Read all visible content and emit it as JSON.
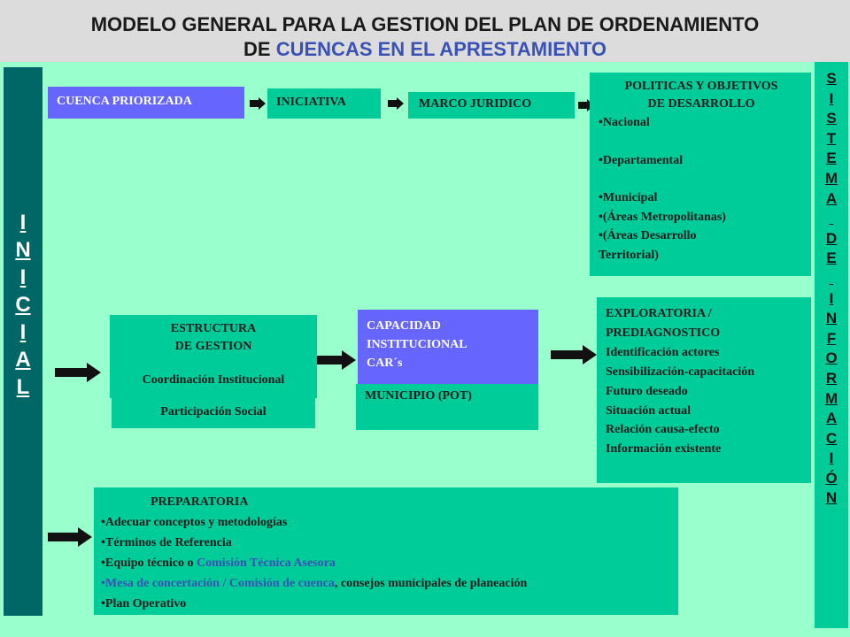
{
  "title": {
    "line1": "MODELO GENERAL PARA LA GESTION DEL PLAN DE ORDENAMIENTO",
    "line2_prefix": "DE ",
    "line2_highlight": "CUENCAS EN EL APRESTAMIENTO"
  },
  "inicial": [
    "I",
    "N",
    "I",
    "C",
    "I",
    "A",
    "L"
  ],
  "sistema": [
    "S",
    "I",
    "S",
    "T",
    "E",
    "M",
    "A",
    "",
    "D",
    "E",
    "",
    "I",
    "N",
    "F",
    "O",
    "R",
    "M",
    "A",
    "C",
    "I",
    "Ó",
    "N"
  ],
  "flow": {
    "cuenca_priorizada": "CUENCA PRIORIZADA",
    "iniciativa": "INICIATIVA",
    "marco_juridico": "MARCO JURIDICO"
  },
  "politicas": {
    "title_line1": "POLITICAS Y OBJETIVOS",
    "title_line2": "DE DESARROLLO",
    "items": [
      "•Nacional",
      "•Departamental",
      "•Municipal",
      "•(Áreas Metropolitanas)",
      "•(Áreas Desarrollo",
      "Territorial)"
    ]
  },
  "estructura": {
    "line1": "ESTRUCTURA",
    "line2": "DE GESTION",
    "coordinacion": "Coordinación Institucional",
    "participacion": "Participación Social"
  },
  "capacidad": {
    "line1": "CAPACIDAD",
    "line2": "INSTITUCIONAL",
    "line3": "CAR´s",
    "municipio": "MUNICIPIO (POT)"
  },
  "exploratoria": {
    "lines": [
      "EXPLORATORIA /",
      "PREDIAGNOSTICO",
      "Identificación actores",
      "Sensibilización-capacitación",
      "Futuro deseado",
      "Situación actual",
      "Relación causa-efecto",
      "Información existente"
    ]
  },
  "preparatoria": {
    "title": "PREPARATORIA",
    "item1": "•Adecuar conceptos y metodologías",
    "item2": "•Términos de Referencia",
    "item3_prefix": "•Equipo técnico o ",
    "item3_highlight": "Comisión Técnica Asesora",
    "item4_highlight": "•Mesa de concertación / Comisión de cuenca",
    "item4_suffix": ", consejos municipales de planeación",
    "item5": "•Plan Operativo"
  },
  "colors": {
    "panel": "#99ffcc",
    "box": "#00cc99",
    "inicial": "#006666",
    "purple": "#6666ff",
    "highlight": "#3a52b5"
  }
}
